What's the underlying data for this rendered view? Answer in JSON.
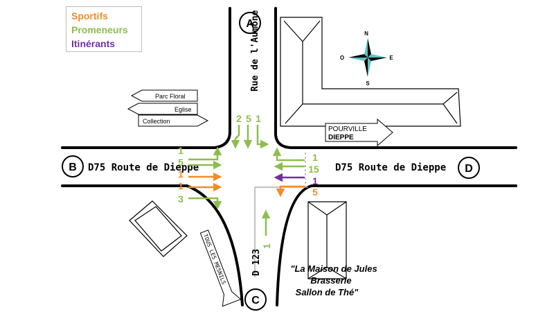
{
  "legend": {
    "items": [
      {
        "label": "Sportifs",
        "color": "#f28c28"
      },
      {
        "label": "Promeneurs",
        "color": "#8dbd4e"
      },
      {
        "label": "Itinérants",
        "color": "#7030a0"
      }
    ]
  },
  "nodes": {
    "a": "A",
    "b": "B",
    "c": "C",
    "d": "D"
  },
  "roads": {
    "north": "Rue de l'Aumône",
    "west": "D75 Route de Dieppe",
    "east": "D75 Route de Dieppe",
    "south": "D 123"
  },
  "signs": {
    "parc_floral": "Parc Floral",
    "eglise": "Eglise",
    "collection": "Collection",
    "pourville": "POURVILLE",
    "dieppe": "DIEPPE",
    "tous_les_mesnils": "TOUS LES MESNILS"
  },
  "compass": {
    "n": "N",
    "s": "S",
    "e": "E",
    "o": "O"
  },
  "poi": {
    "line1": "\"La Maison de Jules",
    "line2": "Brasserie",
    "line3": "Sallon de Thé\""
  },
  "counts": {
    "north": [
      "2",
      "5",
      "1"
    ],
    "west": [
      "1",
      "5",
      "1",
      "1",
      "3"
    ],
    "east": [
      "1",
      "15",
      "1",
      "5"
    ],
    "south": "1"
  }
}
